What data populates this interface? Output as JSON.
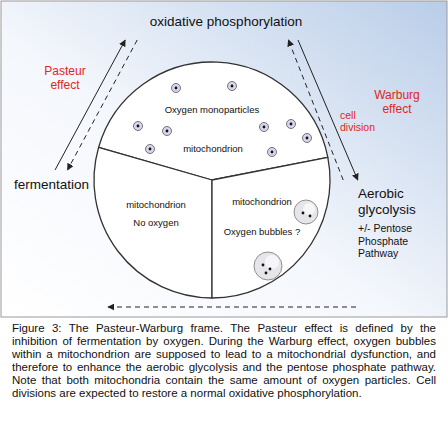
{
  "diagram": {
    "caption": "Figure 3: The Pasteur-Warburg frame. The Pasteur effect is defined by the inhibition of fermentation by oxygen. During the Warburg effect, oxygen bubbles within a mitochondrion are supposed to lead to a mitochondrial dysfunction, and therefore to enhance the aerobic glycolysis and the pentose phosphate pathway. Note that both mitochondria contain the same amount of oxygen particles. Cell divisions are expected to restore a normal oxidative phosphorylation.",
    "nodes": [
      {
        "text": [
          "oxidative phosphorylation"
        ]
      },
      {
        "text": [
          "fermentation"
        ]
      },
      {
        "text": [
          "Oxygen monoparticles",
          "mitochondrion"
        ]
      },
      {
        "text": [
          "mitochondrion",
          "No oxygen"
        ]
      },
      {
        "text": [
          "mitochondrion",
          "Oxygen bubbles ?"
        ]
      },
      {
        "text": [
          "Aerobic glycolysis",
          "+/- Pentose Phosphate Pathway"
        ]
      }
    ],
    "edges": [
      {
        "from": 1,
        "to": 0,
        "arrow": "to",
        "label": "Pasteur effect"
      },
      {
        "from": 0,
        "to": 1,
        "arrow": "to"
      },
      {
        "from": 0,
        "to": 5,
        "arrow": "to",
        "label": "Warburg effect"
      },
      {
        "from": 5,
        "to": 0,
        "arrow": "to",
        "label": "cell division"
      }
    ]
  }
}
